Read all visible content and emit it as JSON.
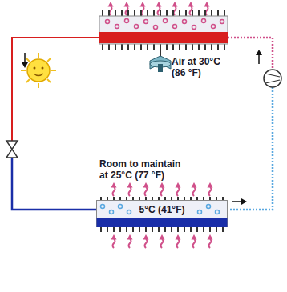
{
  "diagram": {
    "nodes": [
      {
        "text": [
          "Room to maintain at 25°C (77 °F)"
        ]
      },
      {
        "text": [
          "5°C (41°F)"
        ],
        "in": 0
      }
    ],
    "labels": [
      "Air at 30°C (86 °F)"
    ]
  }
}
